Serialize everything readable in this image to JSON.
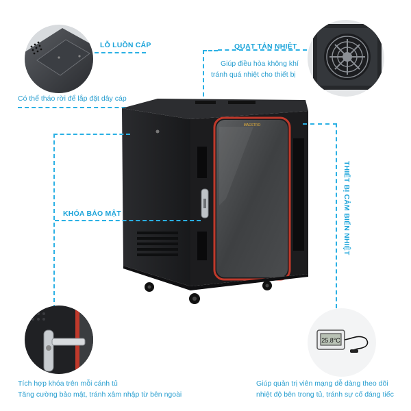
{
  "callouts": {
    "cable_hole": {
      "title": "LỖ LUỒN CÁP",
      "desc": "Có thể tháo rời để lắp đặt dây cáp"
    },
    "cooling_fan": {
      "title": "QUẠT TẢN NHIỆT",
      "desc_line1": "Giúp điều hòa không khí",
      "desc_line2": "tránh quá nhiệt cho thiết bị"
    },
    "security_lock": {
      "title": "KHÓA BẢO MẬT",
      "desc_line1": "Tích hợp khóa trên mỗi cánh tủ",
      "desc_line2": "Tăng cường bảo mật, tránh xâm nhập từ bên ngoài"
    },
    "temp_sensor": {
      "title": "THIẾT BỊ CẢM BIẾN NHIỆT",
      "desc_line1": "Giúp quản trị viên mạng dễ dàng theo dõi",
      "desc_line2": "nhiệt độ bên trong tủ, tránh sự cố đáng tiếc"
    }
  },
  "cabinet": {
    "brand": "MAESTRO",
    "thermometer_reading": "25.8°C"
  },
  "colors": {
    "accent": "#1aa3d9",
    "door_frame": "#c0392b",
    "cabinet_body": "#1c1c1e"
  }
}
